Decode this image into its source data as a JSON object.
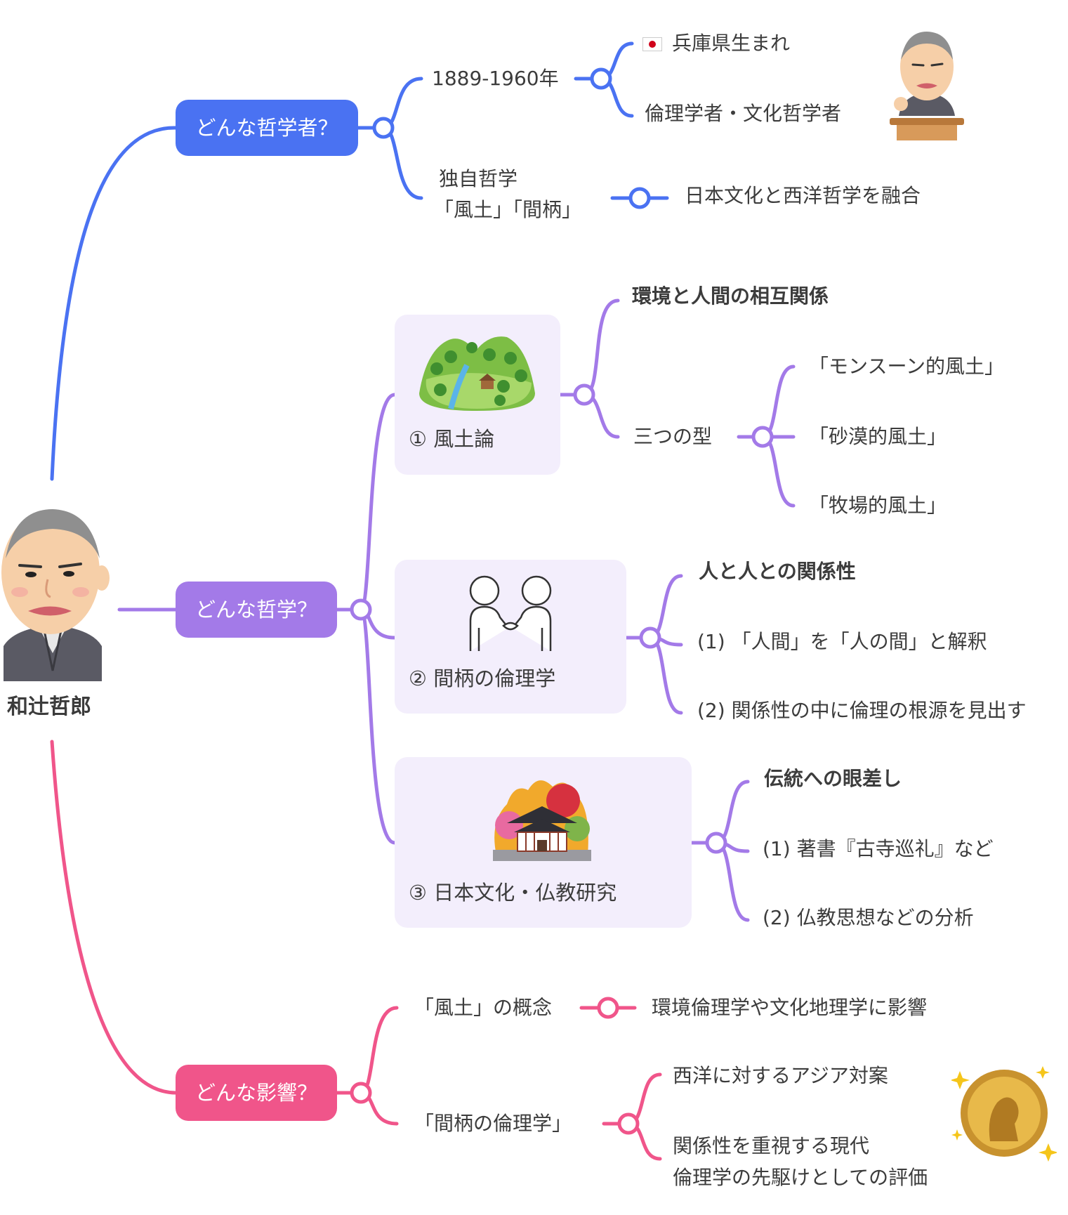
{
  "root": {
    "name": "和辻哲郎"
  },
  "colors": {
    "blue": "#4a72f2",
    "purple": "#a37ae8",
    "pink": "#f0558a",
    "card": "#f3eefc"
  },
  "branches": {
    "who": {
      "label": "どんな哲学者？",
      "years": "1889-1960年",
      "birth_flag": "japan-flag-icon",
      "birth": "兵庫県生まれ",
      "role": "倫理学者・文化哲学者",
      "philosophy_line1": "独自哲学",
      "philosophy_line2": "「風土」「間柄」",
      "fusion": "日本文化と西洋哲学を融合"
    },
    "what": {
      "label": "どんな哲学？",
      "fudo": {
        "title": "① 風土論",
        "point1": "環境と人間の相互関係",
        "types_label": "三つの型",
        "types": [
          "「モンスーン的風土」",
          "「砂漠的風土」",
          "「牧場的風土」"
        ]
      },
      "aidagara": {
        "title": "② 間柄の倫理学",
        "point1": "人と人との関係性",
        "point2": "(1) 「人間」を「人の間」と解釈",
        "point3": "(2) 関係性の中に倫理の根源を見出す"
      },
      "culture": {
        "title": "③ 日本文化・仏教研究",
        "point1": "伝統への眼差し",
        "point2": "(1) 著書『古寺巡礼』など",
        "point3": "(2) 仏教思想などの分析"
      }
    },
    "influence": {
      "label": "どんな影響？",
      "fudo_concept": "「風土」の概念",
      "fudo_effect": "環境倫理学や文化地理学に影響",
      "aidagara_concept": "「間柄の倫理学」",
      "effect1": "西洋に対するアジア対案",
      "effect2_line1": "関係性を重視する現代",
      "effect2_line2": "倫理学の先駆けとしての評価"
    }
  }
}
